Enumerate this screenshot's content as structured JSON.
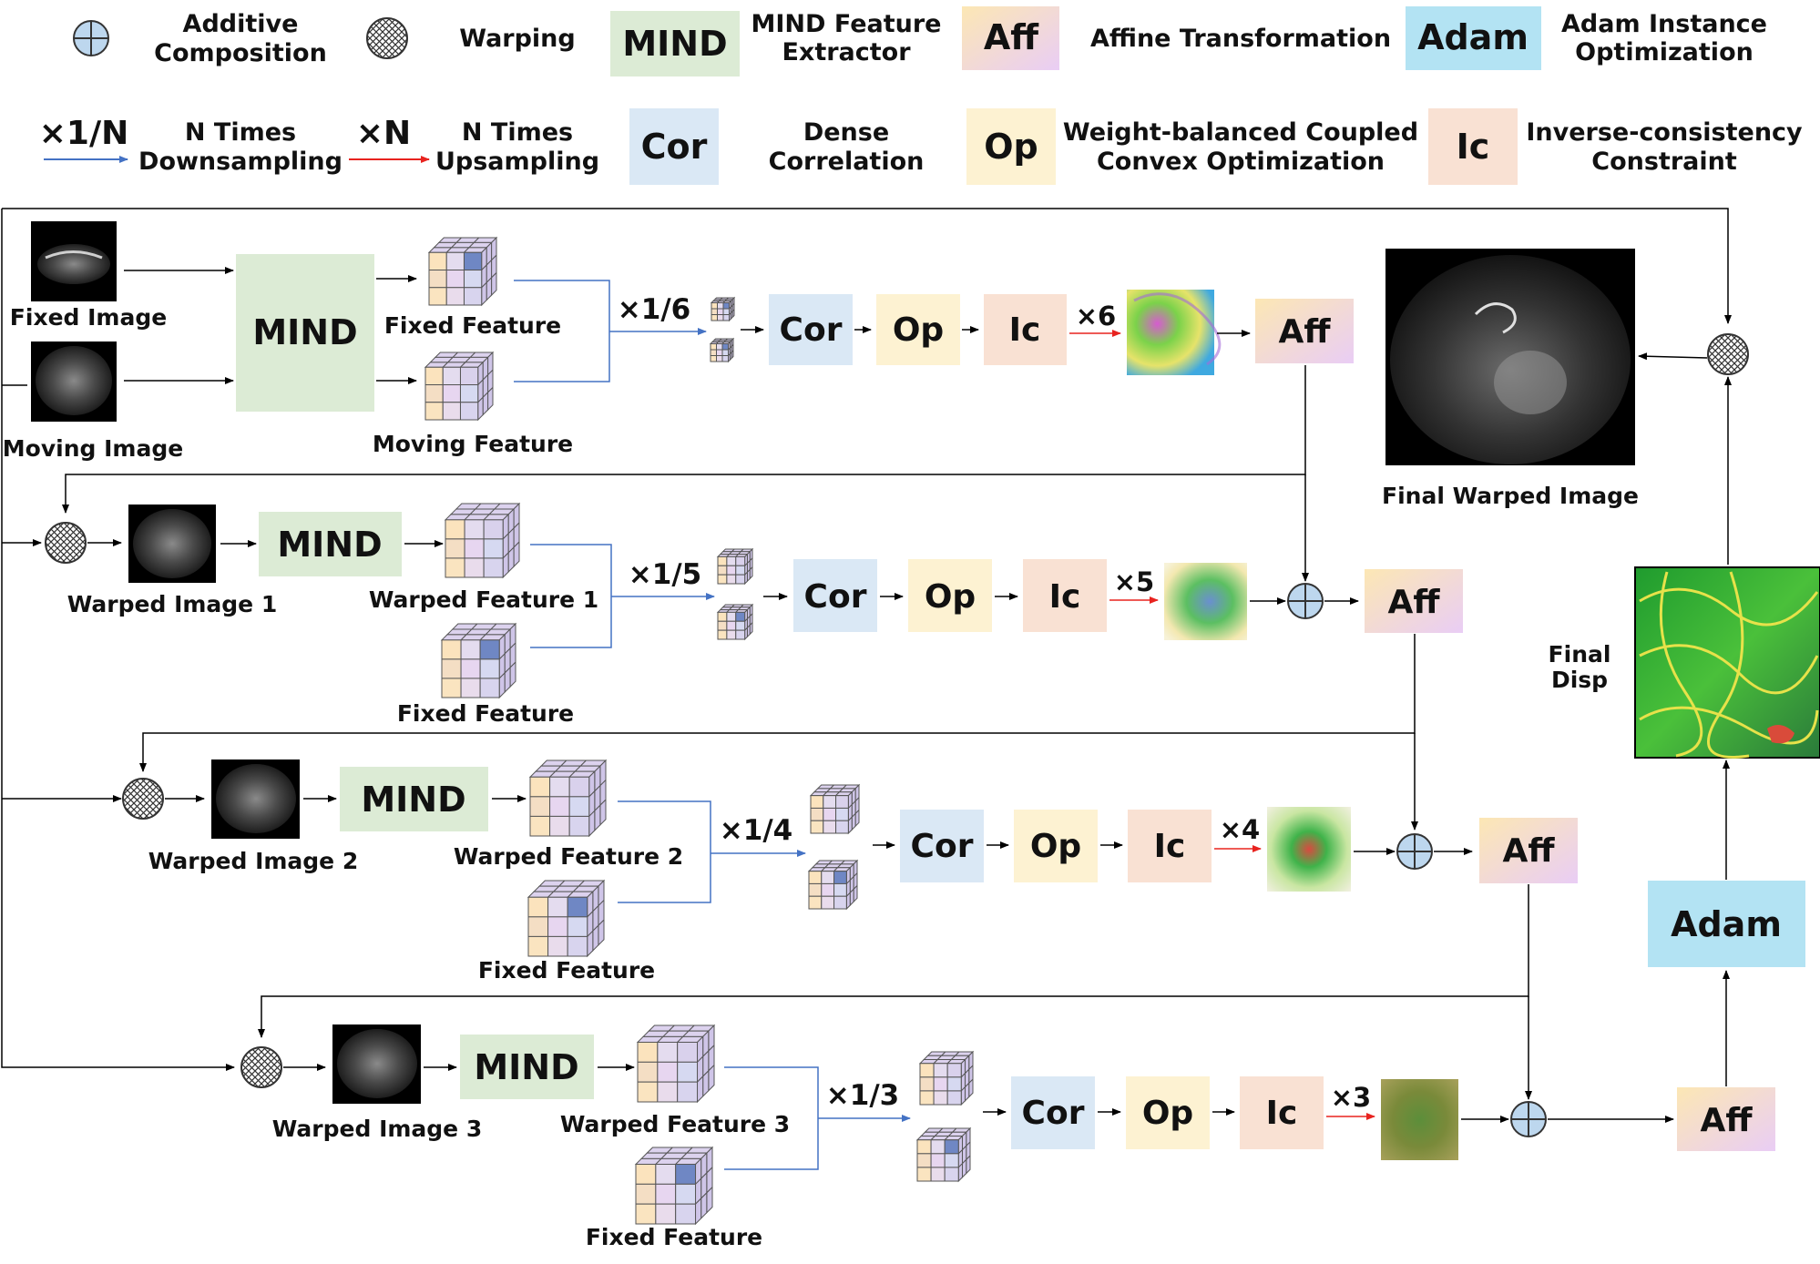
{
  "legend": {
    "additive": "Additive Composition",
    "additive_l1": "Additive",
    "additive_l2": "Composition",
    "warping": "Warping",
    "mind_tag": "MIND",
    "mind_desc_l1": "MIND Feature",
    "mind_desc_l2": "Extractor",
    "aff_tag": "Aff",
    "aff_desc": "Affine Transformation",
    "adam_tag": "Adam",
    "adam_desc_l1": "Adam Instance",
    "adam_desc_l2": "Optimization",
    "down_sym": "×1/N",
    "down_l1": "N Times",
    "down_l2": "Downsampling",
    "up_sym": "×N",
    "up_l1": "N Times",
    "up_l2": "Upsampling",
    "cor_tag": "Cor",
    "cor_l1": "Dense",
    "cor_l2": "Correlation",
    "op_tag": "Op",
    "op_l1": "Weight-balanced Coupled",
    "op_l2": "Convex Optimization",
    "ic_tag": "Ic",
    "ic_l1": "Inverse-consistency",
    "ic_l2": "Constraint"
  },
  "stages": [
    {
      "input": "Fixed Image",
      "input2": "Moving Image",
      "feat_a": "Fixed Feature",
      "feat_b": "Moving Feature",
      "mind": "MIND",
      "down": "×1/6",
      "cor": "Cor",
      "op": "Op",
      "ic": "Ic",
      "up": "×6",
      "aff": "Aff"
    },
    {
      "input": "Warped Image 1",
      "feat_a": "Warped Feature 1",
      "feat_b": "Fixed Feature",
      "mind": "MIND",
      "down": "×1/5",
      "cor": "Cor",
      "op": "Op",
      "ic": "Ic",
      "up": "×5",
      "aff": "Aff"
    },
    {
      "input": "Warped Image 2",
      "feat_a": "Warped Feature 2",
      "feat_b": "Fixed Feature",
      "mind": "MIND",
      "down": "×1/4",
      "cor": "Cor",
      "op": "Op",
      "ic": "Ic",
      "up": "×4",
      "aff": "Aff"
    },
    {
      "input": "Warped Image 3",
      "feat_a": "Warped Feature 3",
      "feat_b": "Fixed Feature",
      "mind": "MIND",
      "down": "×1/3",
      "cor": "Cor",
      "op": "Op",
      "ic": "Ic",
      "up": "×3",
      "aff": "Aff"
    }
  ],
  "right": {
    "final_warped": "Final Warped Image",
    "final_disp_l1": "Final",
    "final_disp_l2": "Disp",
    "adam": "Adam",
    "aff": "Aff"
  },
  "colors": {
    "mind": "#dcebd5",
    "cor": "#dae8f5",
    "op": "#fdf2d2",
    "ic": "#f9e1d3",
    "adam": "#b3e3f3",
    "aff_start": "#fbe3b9",
    "aff_end": "#ebd0f4",
    "down_arrow": "#4472c4",
    "up_arrow": "#e8231f",
    "plus_fill": "#bdd7ee"
  }
}
